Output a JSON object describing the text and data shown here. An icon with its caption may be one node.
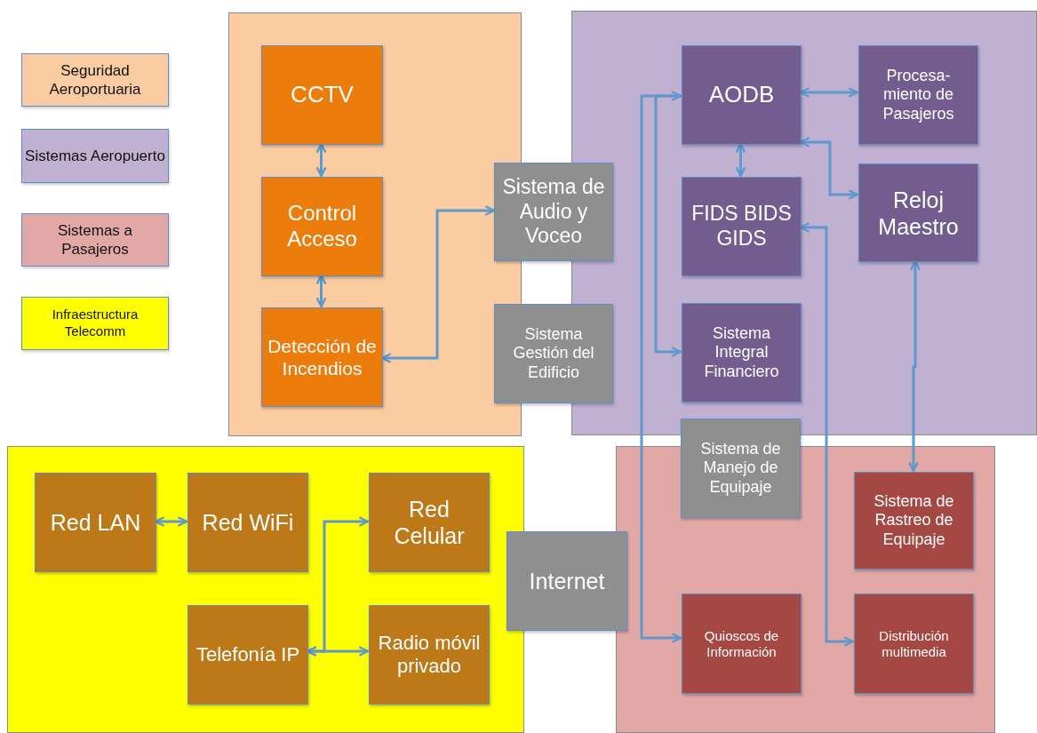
{
  "diagram": {
    "nodes": [
      {
        "text": [],
        "shape": "box"
      },
      {
        "text": [
          "CCTV"
        ],
        "in": 0
      },
      {
        "text": [
          "Control Acceso"
        ],
        "in": 0
      },
      {
        "text": [
          "Detección de Incendios"
        ],
        "in": 0
      },
      {
        "text": [
          "Sistema de Audio y Voceo"
        ]
      },
      {
        "text": [
          "Sistema Gestión del Edificio"
        ]
      },
      {
        "text": [],
        "shape": "box"
      },
      {
        "text": [
          "AODB"
        ],
        "in": 6
      },
      {
        "text": [
          "Procesa- miento de Pasajeros"
        ],
        "in": 6
      },
      {
        "text": [
          "FIDS BIDS GIDS"
        ],
        "in": 6
      },
      {
        "text": [
          "Reloj Maestro"
        ],
        "in": 6
      },
      {
        "text": [
          "Sistema Integral Financiero"
        ],
        "in": 6
      },
      {
        "text": [
          "Sistema de Manejo de Equipaje"
        ]
      },
      {
        "text": [],
        "shape": "box"
      },
      {
        "text": [
          "Red LAN"
        ],
        "in": 13
      },
      {
        "text": [
          "Red WiFi"
        ],
        "in": 13
      },
      {
        "text": [
          "Red Celular"
        ],
        "in": 13
      },
      {
        "text": [
          "Telefonía IP"
        ],
        "in": 13
      },
      {
        "text": [
          "Radio móvil privado"
        ],
        "in": 13
      },
      {
        "text": [
          "Internet"
        ]
      },
      {
        "text": [],
        "shape": "box"
      },
      {
        "text": [
          "Sistema de Rastreo de Equipaje"
        ],
        "in": 20
      },
      {
        "text": [
          "Quioscos de Información"
        ],
        "in": 20
      },
      {
        "text": [
          "Distribución multimedia"
        ],
        "in": 20
      }
    ],
    "edges": [
      {
        "from": 1,
        "to": 2,
        "arrow": "both"
      },
      {
        "from": 2,
        "to": 3,
        "arrow": "both"
      },
      {
        "from": 3,
        "to": 4,
        "arrow": "both"
      },
      {
        "from": 7,
        "to": 8,
        "arrow": "both"
      },
      {
        "from": 7,
        "to": 9,
        "arrow": "both"
      },
      {
        "from": 7,
        "to": 10,
        "arrow": "both"
      },
      {
        "from": 10,
        "to": 21,
        "arrow": "both"
      },
      {
        "from": 7,
        "to": 22,
        "arrow": "both"
      },
      {
        "from": 7,
        "to": 11,
        "arrow": "to"
      },
      {
        "from": 9,
        "to": 23,
        "arrow": "both"
      },
      {
        "from": 14,
        "to": 15,
        "arrow": "both"
      },
      {
        "from": 16,
        "to": 17,
        "arrow": "both"
      },
      {
        "from": 17,
        "to": 18,
        "arrow": "both"
      }
    ],
    "legend": [
      {
        "text": "Seguridad Aeroportuaria",
        "color": "#fbcba1"
      },
      {
        "text": "Sistemas Aeropuerto",
        "color": "#c0b1d3"
      },
      {
        "text": "Sistemas a Pasajeros",
        "color": "#e2a8a6"
      },
      {
        "text": "Infraestructura Telecomm",
        "color": "#ffff00"
      }
    ]
  }
}
